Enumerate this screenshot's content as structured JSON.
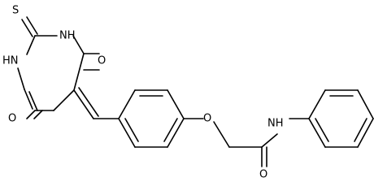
{
  "structure": {
    "atom_labels": {
      "S": "S",
      "NH_top": "NH",
      "HN_left": "HN",
      "O_upper": "O",
      "O_lower": "O",
      "O_ether": "O",
      "NH_amide": "NH",
      "O_amide": "O"
    }
  }
}
